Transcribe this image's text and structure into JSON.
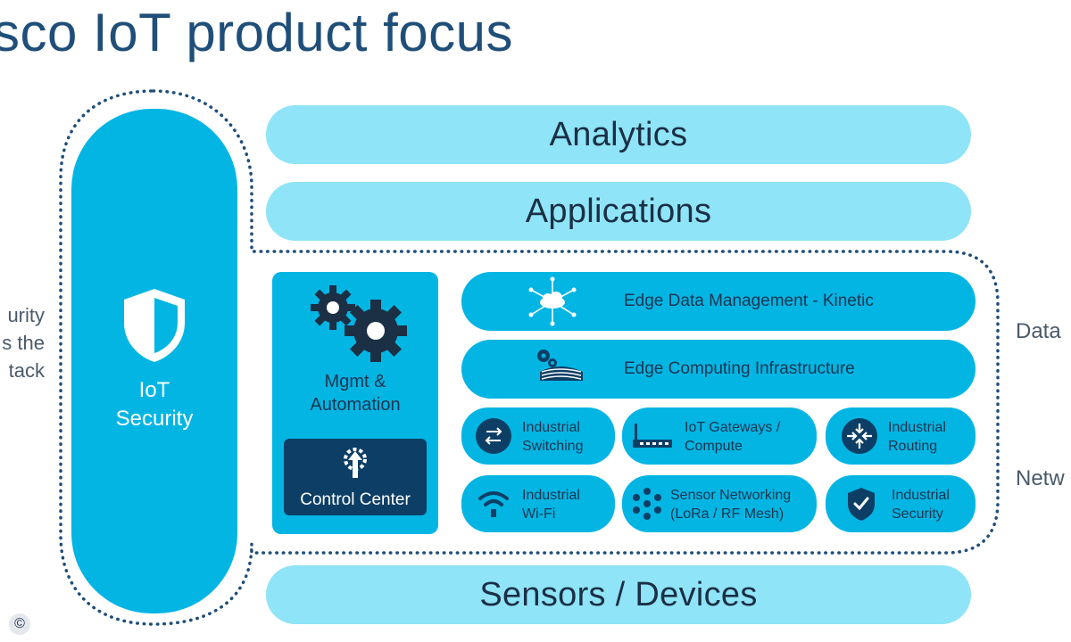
{
  "title": "sco IoT product focus",
  "left_text": [
    "urity",
    "s the",
    "tack"
  ],
  "right_labels": {
    "data": "Data",
    "network": "Netw"
  },
  "layers": {
    "analytics": "Analytics",
    "applications": "Applications",
    "sensors": "Sensors / Devices"
  },
  "security": {
    "line1": "IoT",
    "line2": "Security"
  },
  "mgmt": {
    "line1": "Mgmt &",
    "line2": "Automation",
    "control_center": "Control Center"
  },
  "edge": {
    "data_mgmt": "Edge Data Management - Kinetic",
    "computing": "Edge Computing Infrastructure"
  },
  "network_items": [
    {
      "line1": "Industrial",
      "line2": "Switching"
    },
    {
      "line1": "IoT Gateways /",
      "line2": "Compute"
    },
    {
      "line1": "Industrial",
      "line2": "Routing"
    },
    {
      "line1": "Industrial",
      "line2": "Wi-Fi"
    },
    {
      "line1": "Sensor Networking",
      "line2": "(LoRa / RF Mesh)"
    },
    {
      "line1": "Industrial",
      "line2": "Security"
    }
  ],
  "copyright": "©",
  "colors": {
    "light_band": "#8fe4f7",
    "accent_blue": "#03b5e3",
    "dark_navy": "#0d3f66",
    "title_blue": "#1f4e79"
  }
}
